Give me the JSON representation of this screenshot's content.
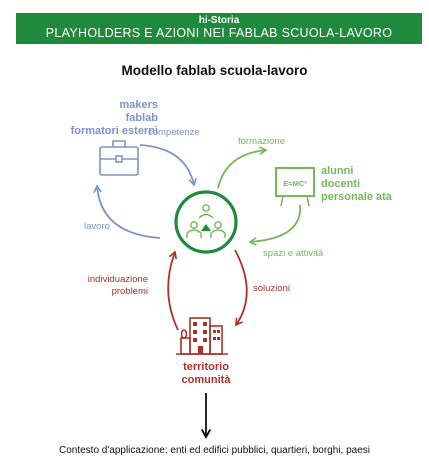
{
  "header": {
    "kicker": "hi-Storia",
    "title": "PLAYHOLDERS E AZIONI NEI FABLAB SCUOLA-LAVORO"
  },
  "subtitle": "Modello fablab scuola-lavoro",
  "groups": {
    "external": [
      "makers",
      "fablab",
      "formatori esterni"
    ],
    "school": [
      "alunni",
      "docenti",
      "personale ata"
    ],
    "territory": [
      "territorio",
      "comunità"
    ]
  },
  "flows": {
    "competenze": "competenze",
    "lavoro": "lavoro",
    "formazione": "formazione",
    "spazi": "spazi e attività",
    "individuazione": [
      "individuazione",
      "problemi"
    ],
    "soluzioni": "soluzioni"
  },
  "board_text": "E=MC²",
  "footer": "Contesto d'applicazione: enti ed edifici pubblici, quartieri, borghi, paesi",
  "colors": {
    "header": "#1f8a3c",
    "external": "#7f93c7",
    "school": "#74b85a",
    "hub": "#1f8a3c",
    "territory": "#a8322a"
  }
}
